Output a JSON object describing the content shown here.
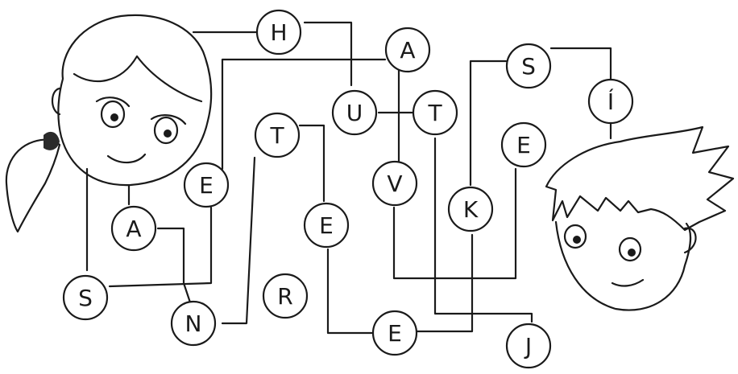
{
  "nodes": [
    {
      "id": "h1",
      "letter": "H"
    },
    {
      "id": "a1",
      "letter": "A"
    },
    {
      "id": "s1",
      "letter": "S"
    },
    {
      "id": "i1",
      "letter": "Í"
    },
    {
      "id": "u1",
      "letter": "U"
    },
    {
      "id": "t1",
      "letter": "T"
    },
    {
      "id": "t2",
      "letter": "T"
    },
    {
      "id": "e1",
      "letter": "E"
    },
    {
      "id": "e2",
      "letter": "E"
    },
    {
      "id": "v1",
      "letter": "V"
    },
    {
      "id": "k1",
      "letter": "K"
    },
    {
      "id": "a2",
      "letter": "A"
    },
    {
      "id": "e3",
      "letter": "E"
    },
    {
      "id": "s2",
      "letter": "S"
    },
    {
      "id": "r1",
      "letter": "R"
    },
    {
      "id": "n1",
      "letter": "N"
    },
    {
      "id": "e4",
      "letter": "E"
    },
    {
      "id": "j1",
      "letter": "J"
    }
  ],
  "characters": [
    {
      "id": "girl",
      "icon": "girl-face-icon"
    },
    {
      "id": "boy",
      "icon": "boy-face-icon"
    }
  ]
}
